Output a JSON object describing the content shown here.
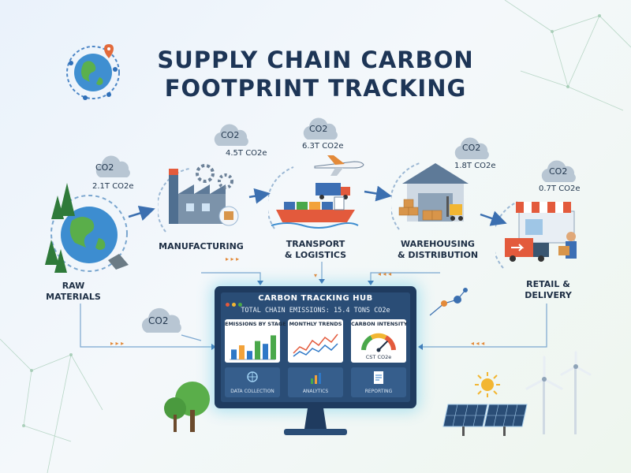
{
  "title": {
    "line1": "SUPPLY CHAIN CARBON",
    "line2": "FOOTPRINT TRACKING"
  },
  "co2_badge": "CO2",
  "stages": [
    {
      "id": "raw",
      "label_line1": "RAW",
      "label_line2": "MATERIALS",
      "emission": "2.1T CO2e"
    },
    {
      "id": "manufacturing",
      "label_line1": "MANUFACTURING",
      "label_line2": "",
      "emission": "4.5T CO2e"
    },
    {
      "id": "transport",
      "label_line1": "TRANSPORT",
      "label_line2": "& LOGISTICS",
      "emission": "6.3T CO2e"
    },
    {
      "id": "warehousing",
      "label_line1": "WAREHOUSING",
      "label_line2": "& DISTRIBUTION",
      "emission": "1.8T CO2e"
    },
    {
      "id": "retail",
      "label_line1": "RETAIL &",
      "label_line2": "DELIVERY",
      "emission": "0.7T CO2e"
    }
  ],
  "hub": {
    "title": "CARBON TRACKING HUB",
    "total": "TOTAL CHAIN EMISSIONS: 15.4 TONS CO2e",
    "panels": [
      {
        "title": "EMISSIONS BY STAGE",
        "bars": [
          0.35,
          0.5,
          0.3,
          0.65,
          0.55,
          0.85
        ]
      },
      {
        "title": "MONTHLY TRENDS"
      },
      {
        "title": "CARBON INTENSITY",
        "gauge_value": 0.75,
        "gauge_label": "CST CO2e"
      }
    ],
    "tiles": [
      "DATA COLLECTION",
      "ANALYTICS",
      "REPORTING"
    ]
  },
  "colors": {
    "title": "#1d3556",
    "arrow": "#3b6fb0",
    "monitor": "#1f3b5f",
    "screen": "#2a4d76",
    "bar_colors": [
      "#2e78c7",
      "#f2a23a",
      "#2e78c7",
      "#4aa84a",
      "#2e78c7",
      "#4aa84a"
    ]
  },
  "icons": {
    "globe": "globe-network-icon",
    "factory": "factory-icon",
    "ship": "cargo-ship-icon",
    "plane": "airplane-icon",
    "truck": "delivery-truck-icon",
    "warehouse": "warehouse-icon",
    "store": "storefront-icon",
    "solar": "solar-panel-icon",
    "wind": "wind-turbine-icon",
    "sun": "sun-icon",
    "tree": "tree-icon"
  }
}
